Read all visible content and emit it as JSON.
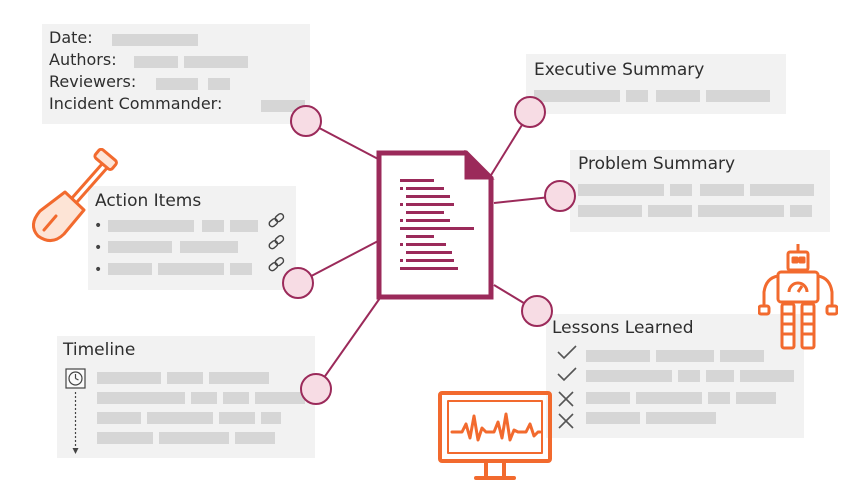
{
  "colors": {
    "accent": "#9b2a5a",
    "orange": "#f26a2e",
    "node_fill": "#f7dce4",
    "panel": "#f2f2f2",
    "placeholder": "#d6d6d6"
  },
  "header_panel": {
    "fields": [
      {
        "label": "Date:"
      },
      {
        "label": "Authors:"
      },
      {
        "label": "Reviewers:"
      },
      {
        "label": "Incident Commander:"
      }
    ]
  },
  "sections": {
    "executive_summary": {
      "title": "Executive Summary"
    },
    "problem_summary": {
      "title": "Problem Summary"
    },
    "action_items": {
      "title": "Action Items",
      "bullet": "•",
      "items": 3,
      "link_icon": "chain-link-icon"
    },
    "timeline": {
      "title": "Timeline",
      "icon": "clock-icon"
    },
    "lessons_learned": {
      "title": "Lessons Learned",
      "marks": [
        "check",
        "check",
        "cross",
        "cross"
      ]
    }
  },
  "center_icon": "document-icon",
  "decorations": [
    "shovel-icon",
    "robot-icon",
    "monitor-heartbeat-icon"
  ]
}
